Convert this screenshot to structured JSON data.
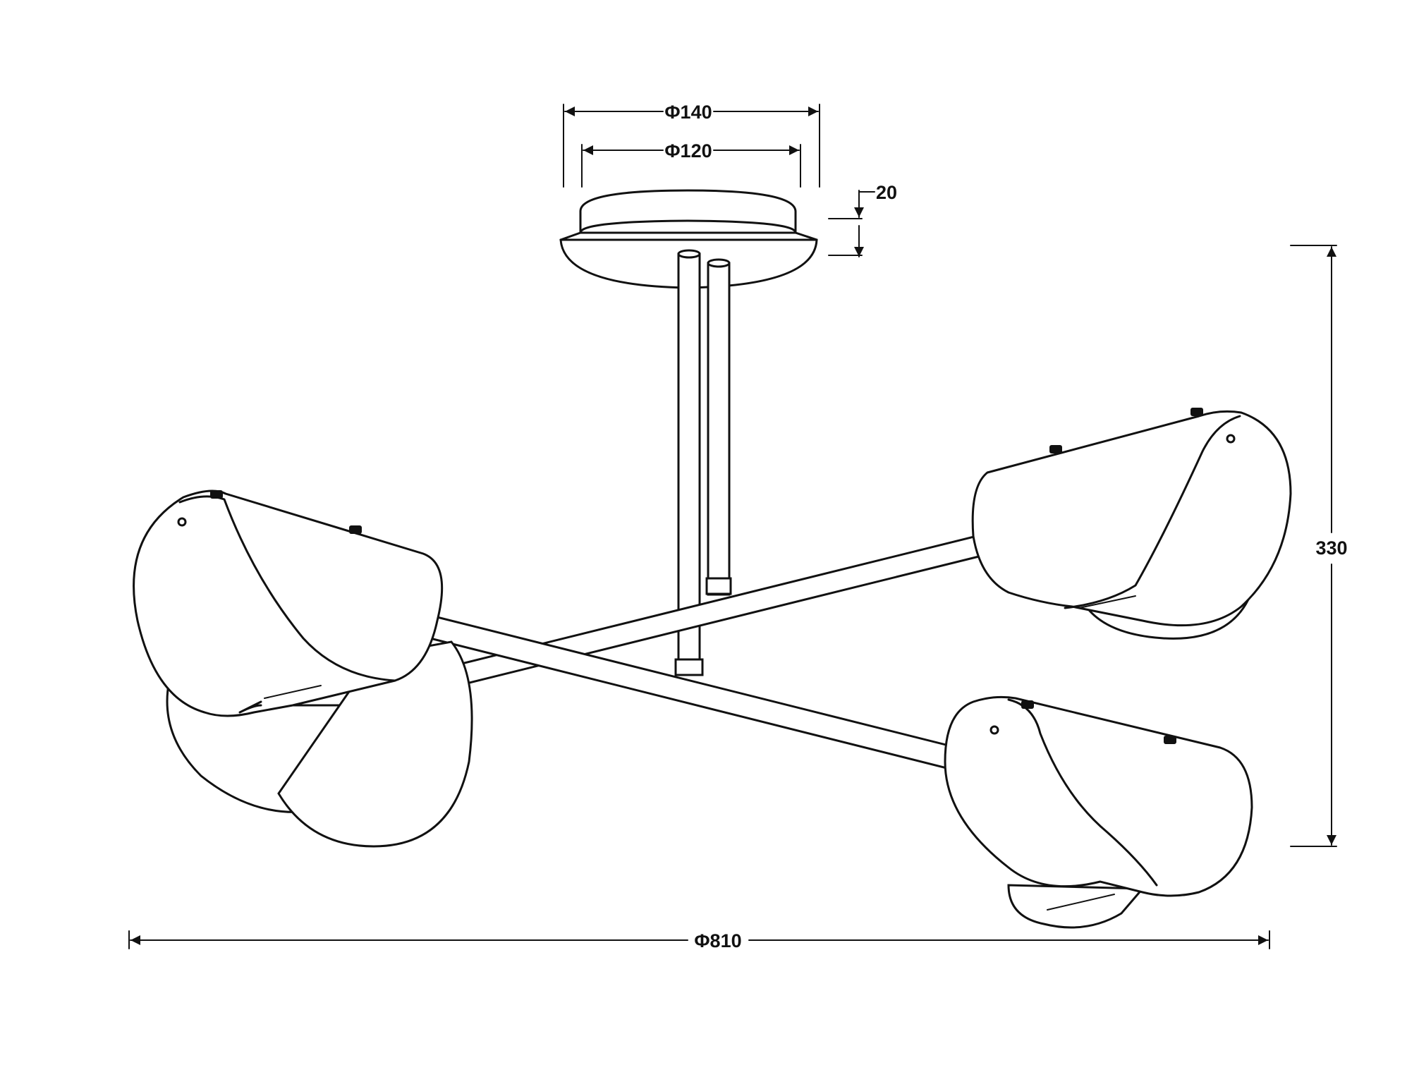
{
  "dimensions": {
    "canopy_outer_diameter": "Φ140",
    "canopy_inner_diameter": "Φ120",
    "canopy_height": "20",
    "overall_height": "330",
    "overall_width": "Φ810"
  },
  "colors": {
    "line": "#111111",
    "background": "#ffffff"
  }
}
